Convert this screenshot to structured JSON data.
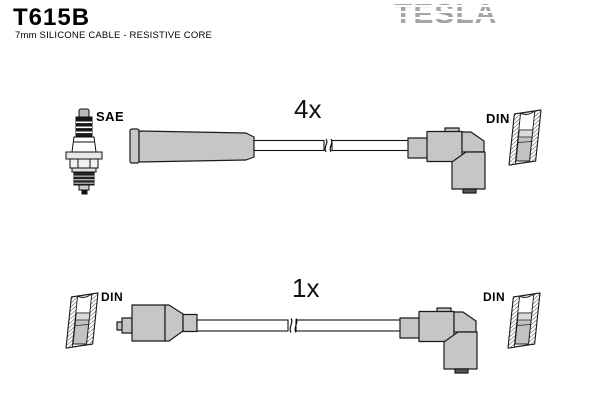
{
  "header": {
    "part_number": "T615B",
    "subtitle": "7mm SILICONE CABLE - RESISTIVE CORE",
    "brand_logo": "TESLA"
  },
  "assemblies": {
    "top": {
      "quantity": "4x",
      "plug_end_standard": "SAE",
      "terminal_end_standard": "DIN"
    },
    "bottom": {
      "quantity": "1x",
      "left_terminal_standard": "DIN",
      "right_terminal_standard": "DIN"
    }
  },
  "icons": {
    "spark_plug": "spark-plug",
    "straight_boot": "straight-plug-boot",
    "distributor_boot": "distributor-straight-boot",
    "elbow_boot": "90-degree-elbow-boot",
    "din_terminal": "din-terminal-cross-section",
    "cable_break": "cable-length-break"
  },
  "colors": {
    "outline": "#1a1a1a",
    "boot_fill": "#c6c6c6",
    "logo_gray": "#a5a5a5",
    "background": "#ffffff"
  }
}
